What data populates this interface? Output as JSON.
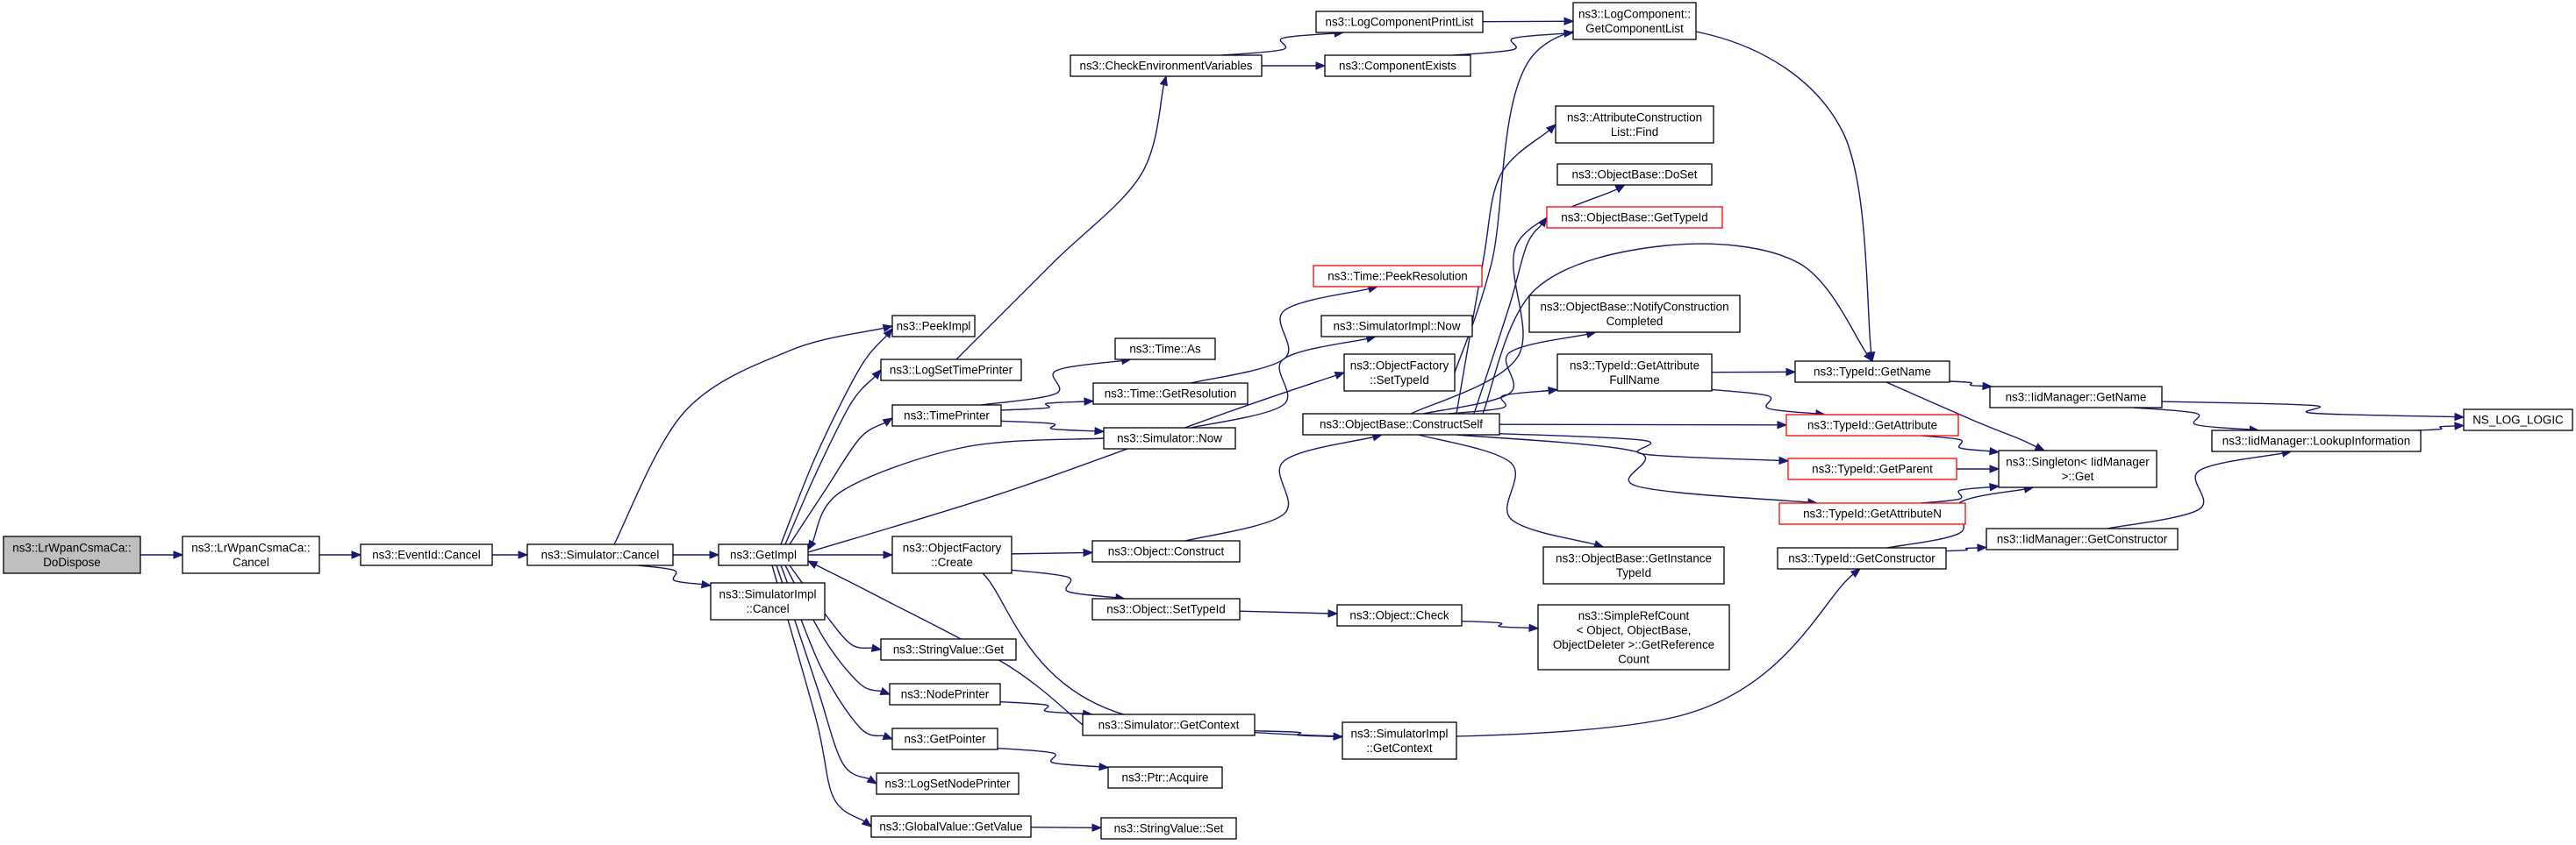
{
  "colors": {
    "edge": "#191970",
    "root_fill": "#bfbfbf",
    "red_border": "#ff0000",
    "border": "#000000"
  },
  "nodes": [
    {
      "id": "root",
      "lines": [
        "ns3::LrWpanCsmaCa::",
        "DoDispose"
      ],
      "style": "root"
    },
    {
      "id": "cancel_csma",
      "lines": [
        "ns3::LrWpanCsmaCa::",
        "Cancel"
      ]
    },
    {
      "id": "event_cancel",
      "lines": [
        "ns3::EventId::Cancel"
      ]
    },
    {
      "id": "sim_cancel",
      "lines": [
        "ns3::Simulator::Cancel"
      ]
    },
    {
      "id": "getimpl",
      "lines": [
        "ns3::GetImpl"
      ]
    },
    {
      "id": "simimpl_cancel",
      "lines": [
        "ns3::SimulatorImpl",
        "::Cancel"
      ]
    },
    {
      "id": "peekimpl",
      "lines": [
        "ns3::PeekImpl"
      ]
    },
    {
      "id": "logsettime",
      "lines": [
        "ns3::LogSetTimePrinter"
      ]
    },
    {
      "id": "timeprinter",
      "lines": [
        "ns3::TimePrinter"
      ]
    },
    {
      "id": "of_create",
      "lines": [
        "ns3::ObjectFactory",
        "::Create"
      ]
    },
    {
      "id": "strval_get",
      "lines": [
        "ns3::StringValue::Get"
      ]
    },
    {
      "id": "nodeprinter",
      "lines": [
        "ns3::NodePrinter"
      ]
    },
    {
      "id": "getpointer",
      "lines": [
        "ns3::GetPointer"
      ]
    },
    {
      "id": "logsetnode",
      "lines": [
        "ns3::LogSetNodePrinter"
      ]
    },
    {
      "id": "gv_getvalue",
      "lines": [
        "ns3::GlobalValue::GetValue"
      ]
    },
    {
      "id": "checkenv",
      "lines": [
        "ns3::CheckEnvironmentVariables"
      ]
    },
    {
      "id": "time_as",
      "lines": [
        "ns3::Time::As"
      ]
    },
    {
      "id": "time_getres",
      "lines": [
        "ns3::Time::GetResolution"
      ]
    },
    {
      "id": "sim_now",
      "lines": [
        "ns3::Simulator::Now"
      ]
    },
    {
      "id": "obj_construct",
      "lines": [
        "ns3::Object::Construct"
      ]
    },
    {
      "id": "obj_settypeid",
      "lines": [
        "ns3::Object::SetTypeId"
      ]
    },
    {
      "id": "sim_getcontext",
      "lines": [
        "ns3::Simulator::GetContext"
      ]
    },
    {
      "id": "ptr_acquire",
      "lines": [
        "ns3::Ptr::Acquire"
      ]
    },
    {
      "id": "strval_set",
      "lines": [
        "ns3::StringValue::Set"
      ]
    },
    {
      "id": "logcomp_printlist",
      "lines": [
        "ns3::LogComponentPrintList"
      ]
    },
    {
      "id": "comp_exists",
      "lines": [
        "ns3::ComponentExists"
      ]
    },
    {
      "id": "time_peekres",
      "lines": [
        "ns3::Time::PeekResolution"
      ],
      "style": "red"
    },
    {
      "id": "simimpl_now",
      "lines": [
        "ns3::SimulatorImpl::Now"
      ]
    },
    {
      "id": "of_settypeid",
      "lines": [
        "ns3::ObjectFactory",
        "::SetTypeId"
      ]
    },
    {
      "id": "ob_constructself",
      "lines": [
        "ns3::ObjectBase::ConstructSelf"
      ]
    },
    {
      "id": "obj_check",
      "lines": [
        "ns3::Object::Check"
      ]
    },
    {
      "id": "simimpl_getcontext",
      "lines": [
        "ns3::SimulatorImpl",
        "::GetContext"
      ]
    },
    {
      "id": "logcomp_getlist",
      "lines": [
        "ns3::LogComponent::",
        "GetComponentList"
      ]
    },
    {
      "id": "acl_find",
      "lines": [
        "ns3::AttributeConstruction",
        "List::Find"
      ]
    },
    {
      "id": "ob_doset",
      "lines": [
        "ns3::ObjectBase::DoSet"
      ]
    },
    {
      "id": "ob_gettypeid",
      "lines": [
        "ns3::ObjectBase::GetTypeId"
      ],
      "style": "red"
    },
    {
      "id": "ob_notify",
      "lines": [
        "ns3::ObjectBase::NotifyConstruction",
        "Completed"
      ]
    },
    {
      "id": "tid_getattrfull",
      "lines": [
        "ns3::TypeId::GetAttribute",
        "FullName"
      ]
    },
    {
      "id": "ob_getinstance",
      "lines": [
        "ns3::ObjectBase::GetInstance",
        "TypeId"
      ]
    },
    {
      "id": "srefcount",
      "lines": [
        "ns3::SimpleRefCount",
        "< Object, ObjectBase,",
        "ObjectDeleter >::GetReference",
        "Count"
      ]
    },
    {
      "id": "tid_getname",
      "lines": [
        "ns3::TypeId::GetName"
      ]
    },
    {
      "id": "tid_getattr",
      "lines": [
        "ns3::TypeId::GetAttribute"
      ],
      "style": "red"
    },
    {
      "id": "tid_getparent",
      "lines": [
        "ns3::TypeId::GetParent"
      ],
      "style": "red"
    },
    {
      "id": "tid_getattrn",
      "lines": [
        "ns3::TypeId::GetAttributeN"
      ],
      "style": "red"
    },
    {
      "id": "tid_getconstructor",
      "lines": [
        "ns3::TypeId::GetConstructor"
      ]
    },
    {
      "id": "iidm_getname",
      "lines": [
        "ns3::IidManager::GetName"
      ]
    },
    {
      "id": "singleton_get",
      "lines": [
        "ns3::Singleton< IidManager",
        ">::Get"
      ]
    },
    {
      "id": "iidm_getconstructor",
      "lines": [
        "ns3::IidManager::GetConstructor"
      ]
    },
    {
      "id": "iidm_lookup",
      "lines": [
        "ns3::IidManager::LookupInformation"
      ]
    },
    {
      "id": "ns_log_logic",
      "lines": [
        "NS_LOG_LOGIC"
      ]
    }
  ],
  "edges": [
    [
      "root",
      "cancel_csma"
    ],
    [
      "cancel_csma",
      "event_cancel"
    ],
    [
      "event_cancel",
      "sim_cancel"
    ],
    [
      "sim_cancel",
      "getimpl"
    ],
    [
      "sim_cancel",
      "peekimpl"
    ],
    [
      "sim_cancel",
      "simimpl_cancel"
    ],
    [
      "getimpl",
      "peekimpl"
    ],
    [
      "getimpl",
      "logsettime"
    ],
    [
      "getimpl",
      "timeprinter"
    ],
    [
      "getimpl",
      "of_create"
    ],
    [
      "getimpl",
      "strval_get"
    ],
    [
      "getimpl",
      "nodeprinter"
    ],
    [
      "getimpl",
      "getpointer"
    ],
    [
      "getimpl",
      "logsetnode"
    ],
    [
      "getimpl",
      "gv_getvalue"
    ],
    [
      "getimpl",
      "of_settypeid"
    ],
    [
      "logsettime",
      "checkenv"
    ],
    [
      "checkenv",
      "logcomp_printlist"
    ],
    [
      "checkenv",
      "comp_exists"
    ],
    [
      "logcomp_printlist",
      "logcomp_getlist"
    ],
    [
      "comp_exists",
      "logcomp_getlist"
    ],
    [
      "timeprinter",
      "time_as"
    ],
    [
      "timeprinter",
      "time_getres"
    ],
    [
      "timeprinter",
      "sim_now"
    ],
    [
      "time_getres",
      "time_peekres"
    ],
    [
      "sim_now",
      "simimpl_now"
    ],
    [
      "sim_now",
      "getimpl"
    ],
    [
      "of_create",
      "obj_construct"
    ],
    [
      "of_create",
      "obj_settypeid"
    ],
    [
      "of_create",
      "tid_getconstructor"
    ],
    [
      "obj_construct",
      "ob_constructself"
    ],
    [
      "obj_settypeid",
      "obj_check"
    ],
    [
      "obj_check",
      "srefcount"
    ],
    [
      "nodeprinter",
      "sim_getcontext"
    ],
    [
      "sim_getcontext",
      "simimpl_getcontext"
    ],
    [
      "sim_getcontext",
      "getimpl"
    ],
    [
      "getpointer",
      "ptr_acquire"
    ],
    [
      "gv_getvalue",
      "strval_set"
    ],
    [
      "of_settypeid",
      "tid_getname"
    ],
    [
      "ob_constructself",
      "acl_find"
    ],
    [
      "ob_constructself",
      "ob_doset"
    ],
    [
      "ob_constructself",
      "ob_gettypeid"
    ],
    [
      "ob_constructself",
      "ob_notify"
    ],
    [
      "ob_constructself",
      "tid_getattrfull"
    ],
    [
      "ob_constructself",
      "tid_getname"
    ],
    [
      "ob_constructself",
      "tid_getattr"
    ],
    [
      "ob_constructself",
      "tid_getparent"
    ],
    [
      "ob_constructself",
      "tid_getattrn"
    ],
    [
      "ob_constructself",
      "ob_getinstance"
    ],
    [
      "tid_getattrfull",
      "tid_getname"
    ],
    [
      "tid_getattrfull",
      "tid_getattr"
    ],
    [
      "tid_getname",
      "iidm_getname"
    ],
    [
      "tid_getname",
      "singleton_get"
    ],
    [
      "tid_getattr",
      "singleton_get"
    ],
    [
      "tid_getparent",
      "singleton_get"
    ],
    [
      "tid_getattrn",
      "singleton_get"
    ],
    [
      "tid_getconstructor",
      "singleton_get"
    ],
    [
      "tid_getconstructor",
      "iidm_getconstructor"
    ],
    [
      "iidm_getname",
      "iidm_lookup"
    ],
    [
      "iidm_getname",
      "ns_log_logic"
    ],
    [
      "iidm_getconstructor",
      "iidm_lookup"
    ],
    [
      "iidm_lookup",
      "ns_log_logic"
    ]
  ]
}
